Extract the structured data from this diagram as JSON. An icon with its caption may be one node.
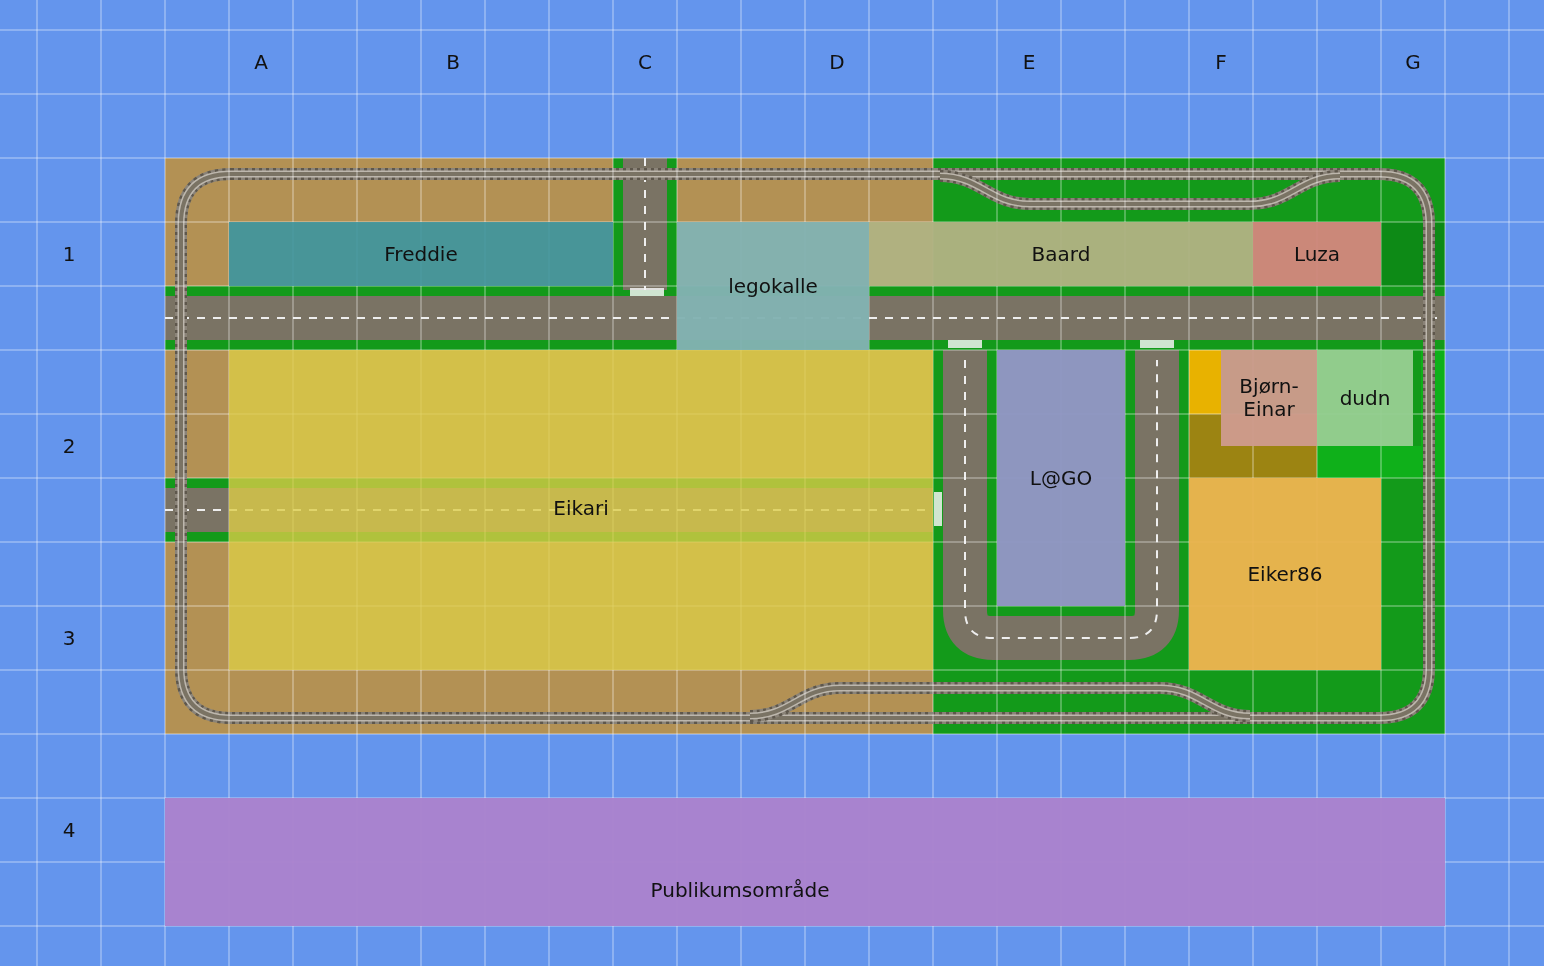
{
  "diagram": {
    "nodes": [
      {
        "text": [
          "Freddie"
        ]
      },
      {
        "text": [
          "legokalle"
        ]
      },
      {
        "text": [
          "Baard"
        ]
      },
      {
        "text": [
          "Luza"
        ]
      },
      {
        "text": [
          "Bjørn-Einar"
        ]
      },
      {
        "text": [
          "dudn"
        ]
      },
      {
        "text": [
          "L@GO"
        ]
      },
      {
        "text": [
          "Eikari"
        ]
      },
      {
        "text": [
          "Eiker86"
        ]
      },
      {
        "text": [
          "Publikumsområde"
        ]
      }
    ],
    "labels": [
      "A",
      "B",
      "C",
      "D",
      "E",
      "F",
      "G",
      "1",
      "2",
      "3",
      "4"
    ]
  }
}
